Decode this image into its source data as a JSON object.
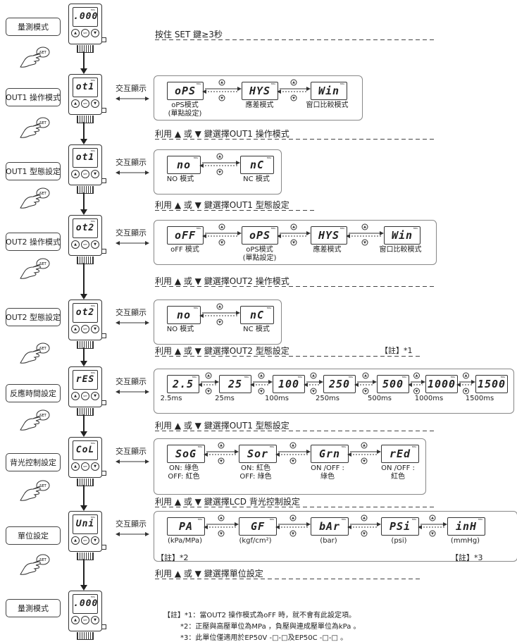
{
  "modes": [
    {
      "label": "量測模式",
      "display": ".000"
    },
    {
      "label": "OUT1 操作模式",
      "display": "ot1"
    },
    {
      "label": "OUT1 型態設定",
      "display": "ot1"
    },
    {
      "label": "OUT2 操作模式",
      "display": "ot2"
    },
    {
      "label": "OUT2 型態設定",
      "display": "ot2"
    },
    {
      "label": "反應時間設定",
      "display": "rES"
    },
    {
      "label": "背光控制設定",
      "display": "CoL"
    },
    {
      "label": "單位設定",
      "display": "Uni"
    },
    {
      "label": "量測模式",
      "display": ".000"
    }
  ],
  "device": {
    "unit": "MPa",
    "set_button": "SET",
    "up_symbol": "▲",
    "down_symbol": "▼"
  },
  "hand_label": "SET",
  "alt_display": "交互顯示",
  "intro_caption": "按住 SET 鍵≥3秒",
  "panels": {
    "out1_op": {
      "displays": [
        "oPS",
        "HYS",
        "Win"
      ],
      "labels": [
        "oPS模式\n(單點設定)",
        "應差模式",
        "窗口比較模式"
      ],
      "caption": "利用 ▲ 或 ▼ 鍵選擇OUT1 操作模式"
    },
    "out1_type": {
      "displays": [
        "no",
        "nC"
      ],
      "labels": [
        "NO 模式",
        "NC 模式"
      ],
      "caption": "利用 ▲ 或 ▼ 鍵選擇OUT1 型態設定"
    },
    "out2_op": {
      "displays": [
        "oFF",
        "oPS",
        "HYS",
        "Win"
      ],
      "labels": [
        "oFF 模式",
        "oPS模式\n(單點設定)",
        "應差模式",
        "窗口比較模式"
      ],
      "caption": "利用 ▲ 或 ▼ 鍵選擇OUT2 操作模式"
    },
    "out2_type": {
      "displays": [
        "no",
        "nC"
      ],
      "labels": [
        "NO 模式",
        "NC 模式"
      ],
      "caption": "利用 ▲ 或 ▼ 鍵選擇OUT2 型態設定",
      "note": "【註】*1"
    },
    "response": {
      "displays": [
        "2.5",
        "25",
        "100",
        "250",
        "500",
        "1000",
        "1500"
      ],
      "labels": [
        "2.5ms",
        "25ms",
        "100ms",
        "250ms",
        "500ms",
        "1000ms",
        "1500ms"
      ],
      "caption": "利用 ▲ 或 ▼ 鍵選擇OUT1 型態設定"
    },
    "backlight": {
      "displays": [
        "SoG",
        "Sor",
        "Grn",
        "rEd"
      ],
      "labels": [
        "ON: 綠色\nOFF: 紅色",
        "ON: 紅色\nOFF: 綠色",
        "ON /OFF :\n綠色",
        "ON /OFF :\n紅色"
      ],
      "caption": "利用 ▲ 或 ▼ 鍵選擇LCD 背光控制設定"
    },
    "unit": {
      "displays": [
        "PA",
        "GF",
        "bAr",
        "PSi",
        "inH"
      ],
      "labels": [
        "(kPa/MPa)",
        "(kgf/cm²)",
        "(bar)",
        "(psi)",
        "(mmHg)"
      ],
      "note_left": "【註】*2",
      "note_right": "【註】*3",
      "caption": "利用 ▲ 或 ▼ 鍵選擇單位設定"
    }
  },
  "footnotes": [
    "【註】*1：當OUT2 操作模式為oFF 時，就不會有此設定項。",
    "*2：正壓與高壓單位為MPa ，負壓與連成壓單位為kPa 。",
    "*3：此單位僅適用於EP50V -□-□及EP50C -□-□ 。"
  ]
}
